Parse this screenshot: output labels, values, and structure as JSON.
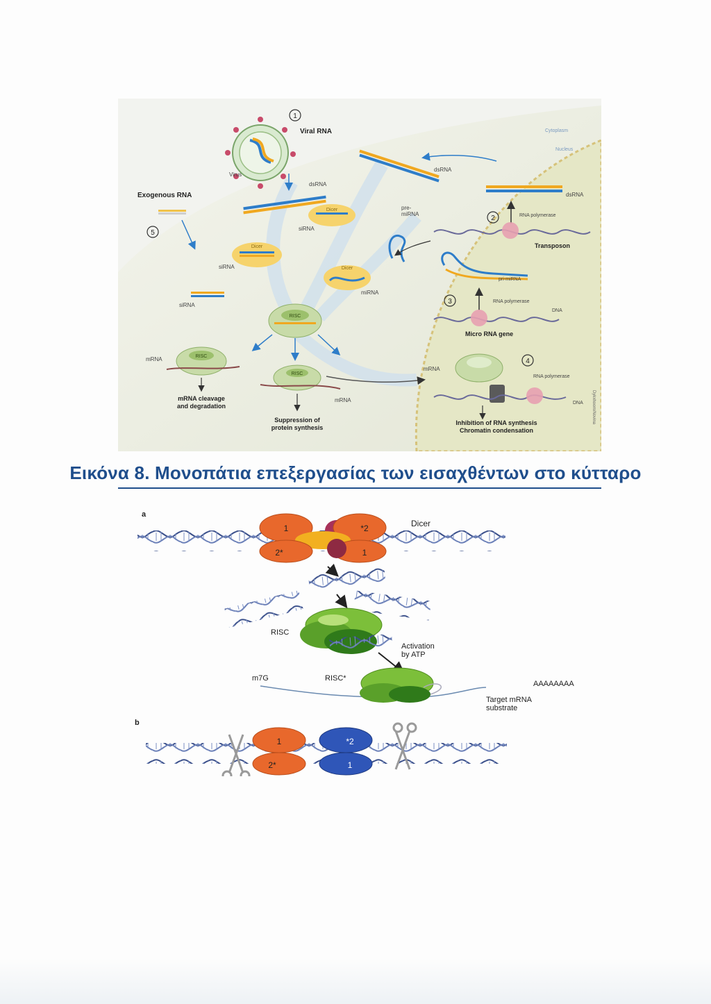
{
  "figure1": {
    "step1": "1",
    "step2": "2",
    "step3": "3",
    "step4": "4",
    "step5": "5",
    "viral_rna": "Viral RNA",
    "virus": "Virus",
    "exogenous_rna": "Exogenous RNA",
    "dsrna_left": "dsRNA",
    "dsrna_top": "dsRNA",
    "dsrna_right": "dsRNA",
    "cytoplasm": "Cytoplasm",
    "nucleus": "Nucleus",
    "dicer_a": "Dicer",
    "dicer_b": "Dicer",
    "dicer_c": "Dicer",
    "sirna_1": "siRNA",
    "sirna_2": "siRNA",
    "sirna_3": "siRNA",
    "pre_mirna": "pre-\nmiRNA",
    "mirna": "miRNA",
    "rna_polymerase_1": "RNA polymerase",
    "transposon": "Transposon",
    "pri_mirna": "pri-miRNA",
    "rna_polymerase_2": "RNA polymerase",
    "dna_1": "DNA",
    "micro_rna_gene": "Micro RNA gene",
    "risc_center": "RISC",
    "risc_left": "RISC",
    "risc_mid": "RISC",
    "mrna_left": "mRNA",
    "mrna_mid": "mRNA",
    "mrna_right": "mRNA",
    "rna_polymerase_3": "RNA polymerase",
    "dna_2": "DNA",
    "mrna_cleavage": "mRNA cleavage\nand degradation",
    "suppression": "Suppression of\nprotein synthesis",
    "inhibition": "Inhibition of RNA synthesis\nChromatin condensation",
    "side_credit": "Dykxhoorn/Novina"
  },
  "caption": "Εικόνα 8. Μονοπάτια επεξεργασίας των εισαχθέντων στο κύτταρο",
  "figure2": {
    "panel_a": "a",
    "panel_b": "b",
    "dicer": "Dicer",
    "domain_1a": "1",
    "domain_2a": "*2",
    "domain_2b": "2*",
    "domain_1b": "1",
    "risc": "RISC",
    "activation": "Activation\nby ATP",
    "risc_star": "RISC*",
    "m7g": "m7G",
    "poly_a": "AAAAAAAA",
    "target": "Target mRNA\nsubstrate",
    "b_domain_1a": "1",
    "b_domain_2a": "*2",
    "b_domain_2b": "2*",
    "b_domain_1b": "1"
  },
  "colors": {
    "caption": "#1f4e8c",
    "dicer_orange": "#e8682c",
    "risc_green": "#7cbf3a",
    "dicer_blue": "#2f56b8",
    "cytoplasm_bg": "#eef0e4",
    "nucleus_bg": "#e6e8c8"
  }
}
